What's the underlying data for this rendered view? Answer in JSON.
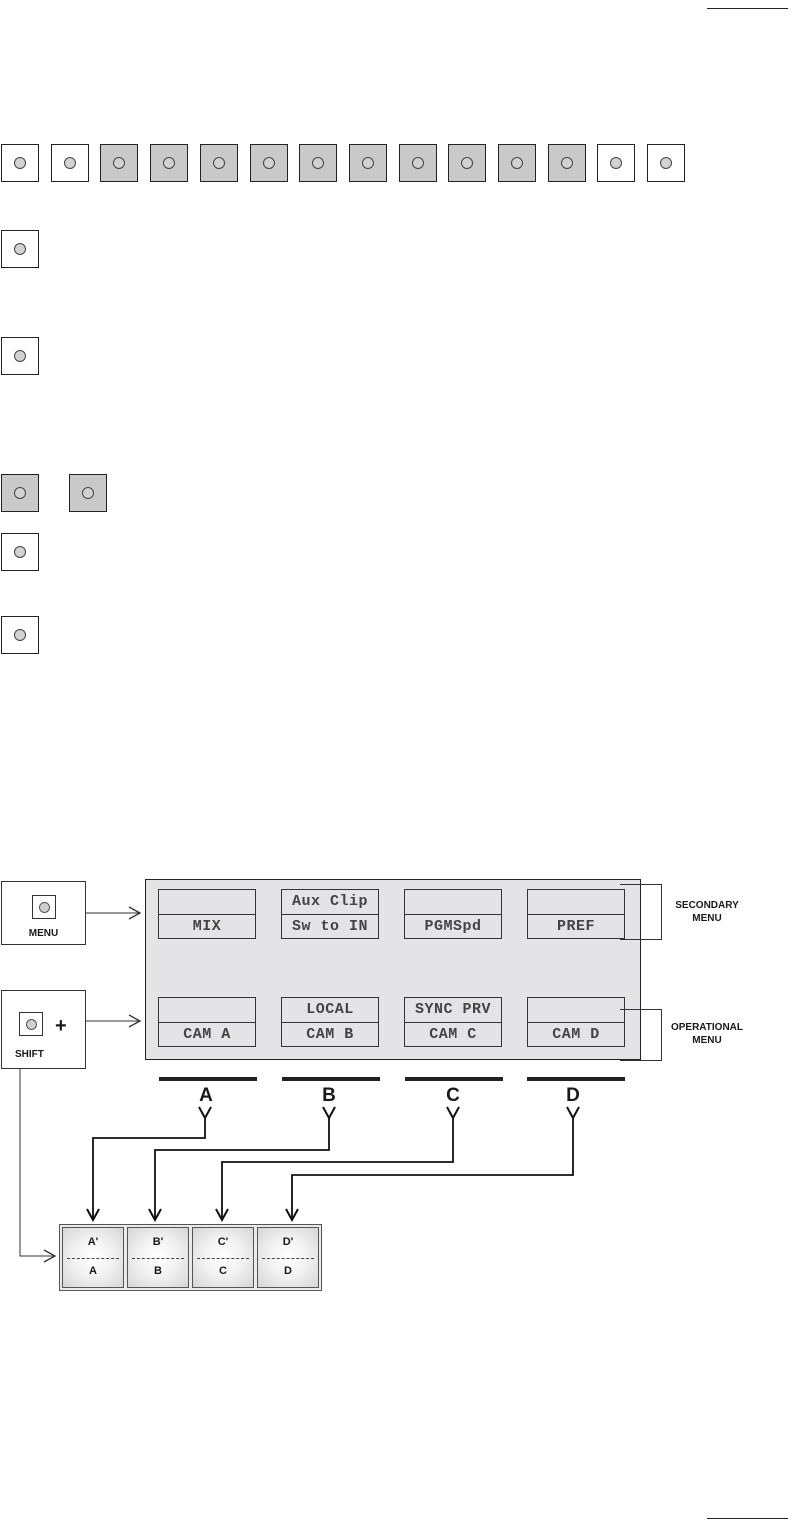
{
  "secondary_menu": {
    "label_line1": "SECONDARY",
    "label_line2": "MENU",
    "cells": [
      {
        "line1": "",
        "line2": "MIX"
      },
      {
        "line1": "Aux Clip",
        "line2": "Sw to IN"
      },
      {
        "line1": "",
        "line2": "PGMSpd"
      },
      {
        "line1": "",
        "line2": "PREF"
      }
    ]
  },
  "operational_menu": {
    "label_line1": "OPERATIONAL",
    "label_line2": "MENU",
    "cells": [
      {
        "line1": "",
        "line2": "CAM A"
      },
      {
        "line1": "LOCAL",
        "line2": "CAM B"
      },
      {
        "line1": "SYNC PRV",
        "line2": "CAM C"
      },
      {
        "line1": "",
        "line2": "CAM D"
      }
    ]
  },
  "menu_key": {
    "label": "MENU"
  },
  "shift_key": {
    "label": "SHIFT",
    "plus": "+"
  },
  "letters": [
    "A",
    "B",
    "C",
    "D"
  ],
  "soft_keys": [
    {
      "top": "A'",
      "bottom": "A"
    },
    {
      "top": "B'",
      "bottom": "B"
    },
    {
      "top": "C'",
      "bottom": "C"
    },
    {
      "top": "D'",
      "bottom": "D"
    }
  ],
  "key_row": {
    "count": 14,
    "fill": [
      "white",
      "white",
      "grey",
      "grey",
      "grey",
      "grey",
      "grey",
      "grey",
      "grey",
      "grey",
      "grey",
      "grey",
      "white",
      "white"
    ]
  },
  "colors": {
    "key_grey": "#c9c9c9",
    "lcd_bg": "#e4e4e6"
  }
}
